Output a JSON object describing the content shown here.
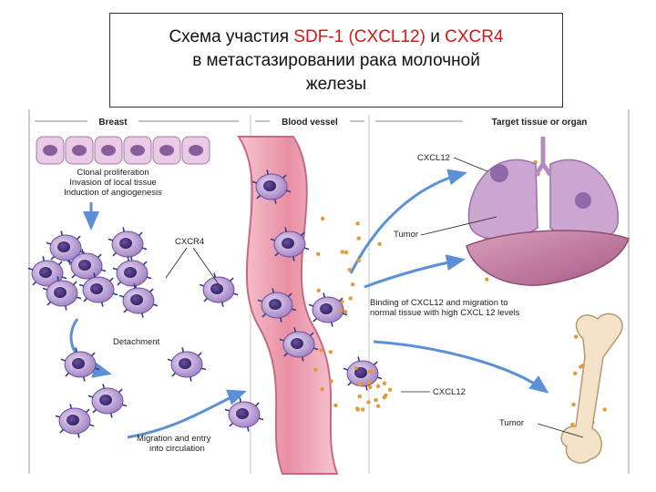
{
  "title": {
    "line1_prefix": "Схема участия ",
    "line1_highlight1": "SDF-1 (CXCL12)",
    "line1_mid": " и ",
    "line1_highlight2": "CXCR4",
    "line2": "в метастазировании рака молочной",
    "line3": "железы"
  },
  "headers": {
    "breast": "Breast",
    "vessel": "Blood vessel",
    "target": "Target tissue or organ"
  },
  "labels": {
    "clonal_1": "Clonal proliferation",
    "clonal_2": "Invasion of local tissue",
    "clonal_3": "Induction of angiogenesis",
    "cxcr4": "CXCR4",
    "detachment": "Detachment",
    "migration_1": "Migration and entry",
    "migration_2": "into circulation",
    "cxcl12_top": "CXCL12",
    "tumor_top": "Tumor",
    "binding_1": "Binding of CXCL12 and migration to",
    "binding_2": "normal tissue with high CXCL 12 levels",
    "cxcl12_bottom": "CXCL12",
    "tumor_bottom": "Tumor"
  },
  "colors": {
    "highlight": "#d01818",
    "vessel": "#e88aa0",
    "cell": "#9a78c0",
    "organ_lung": "#c8a4cf",
    "organ_liver": "#c27aa2",
    "bone": "#f4e3c8",
    "chemokine": "#e49a3c",
    "arrow": "#5b8fd6"
  }
}
